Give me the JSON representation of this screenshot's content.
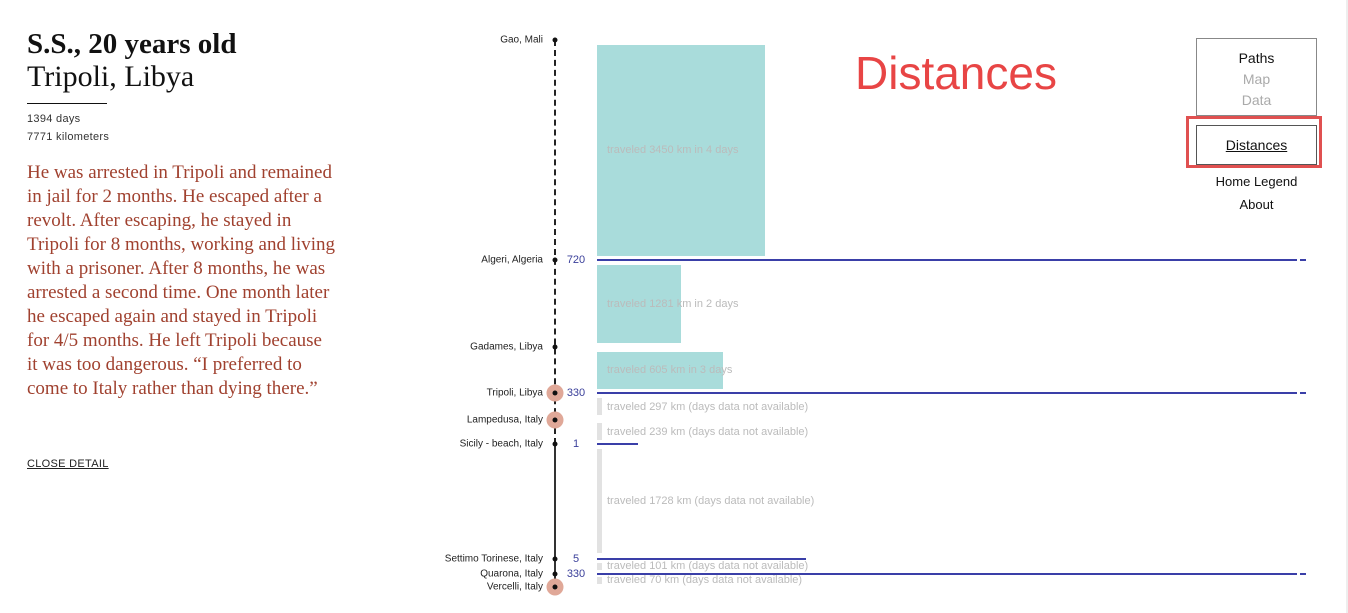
{
  "detail": {
    "name": "S.S., 20 years old",
    "place": "Tripoli, Libya",
    "days": "1394 days",
    "distance": "7771 kilometers",
    "story": "He was arrested in Tripoli and remained in jail for 2 months. He escaped after a revolt. After escaping, he stayed in Tripoli for 8 months, working and living with a prisoner. After 8 months, he was arrested a second time. One month later he escaped again and stayed in Tripoli for 4/5 months. He left Tripoli because it was too dangerous. “I preferred to come to Italy rather than dying there.”",
    "close_label": "CLOSE DETAIL"
  },
  "title": "Distances",
  "stops": [
    {
      "name": "Gao, Mali"
    },
    {
      "name": "Algeri, Algeria",
      "days": "720"
    },
    {
      "name": "Gadames, Libya"
    },
    {
      "name": "Tripoli, Libya",
      "days": "330"
    },
    {
      "name": "Lampedusa, Italy"
    },
    {
      "name": "Sicily - beach, Italy",
      "days": "1"
    },
    {
      "name": "Settimo Torinese, Italy",
      "days": "5"
    },
    {
      "name": "Quarona, Italy",
      "days": "330"
    },
    {
      "name": "Vercelli, Italy"
    }
  ],
  "legs": [
    {
      "label": "traveled 3450 km in 4 days",
      "km": 3450
    },
    {
      "label": "traveled 1281 km in 2 days",
      "km": 1281
    },
    {
      "label": "traveled 605 km in 3 days",
      "km": 605
    },
    {
      "label": "traveled 297 km (days data not available)",
      "km": 297
    },
    {
      "label": "traveled 239 km (days data not available)",
      "km": 239
    },
    {
      "label": "traveled 1728 km (days data not available)",
      "km": 1728
    },
    {
      "label": "traveled 101 km (days data not available)",
      "km": 101
    },
    {
      "label": "traveled 70 km (days data not available)",
      "km": 70
    }
  ],
  "nav": {
    "paths": "Paths",
    "map": "Map",
    "data": "Data",
    "distances": "Distances",
    "home_legend": "Home Legend",
    "about": "About"
  },
  "colors": {
    "story": "#a0412f",
    "bar": "#a9dcdb",
    "stay_line": "#3a3fa8",
    "highlight": "#e05050"
  }
}
